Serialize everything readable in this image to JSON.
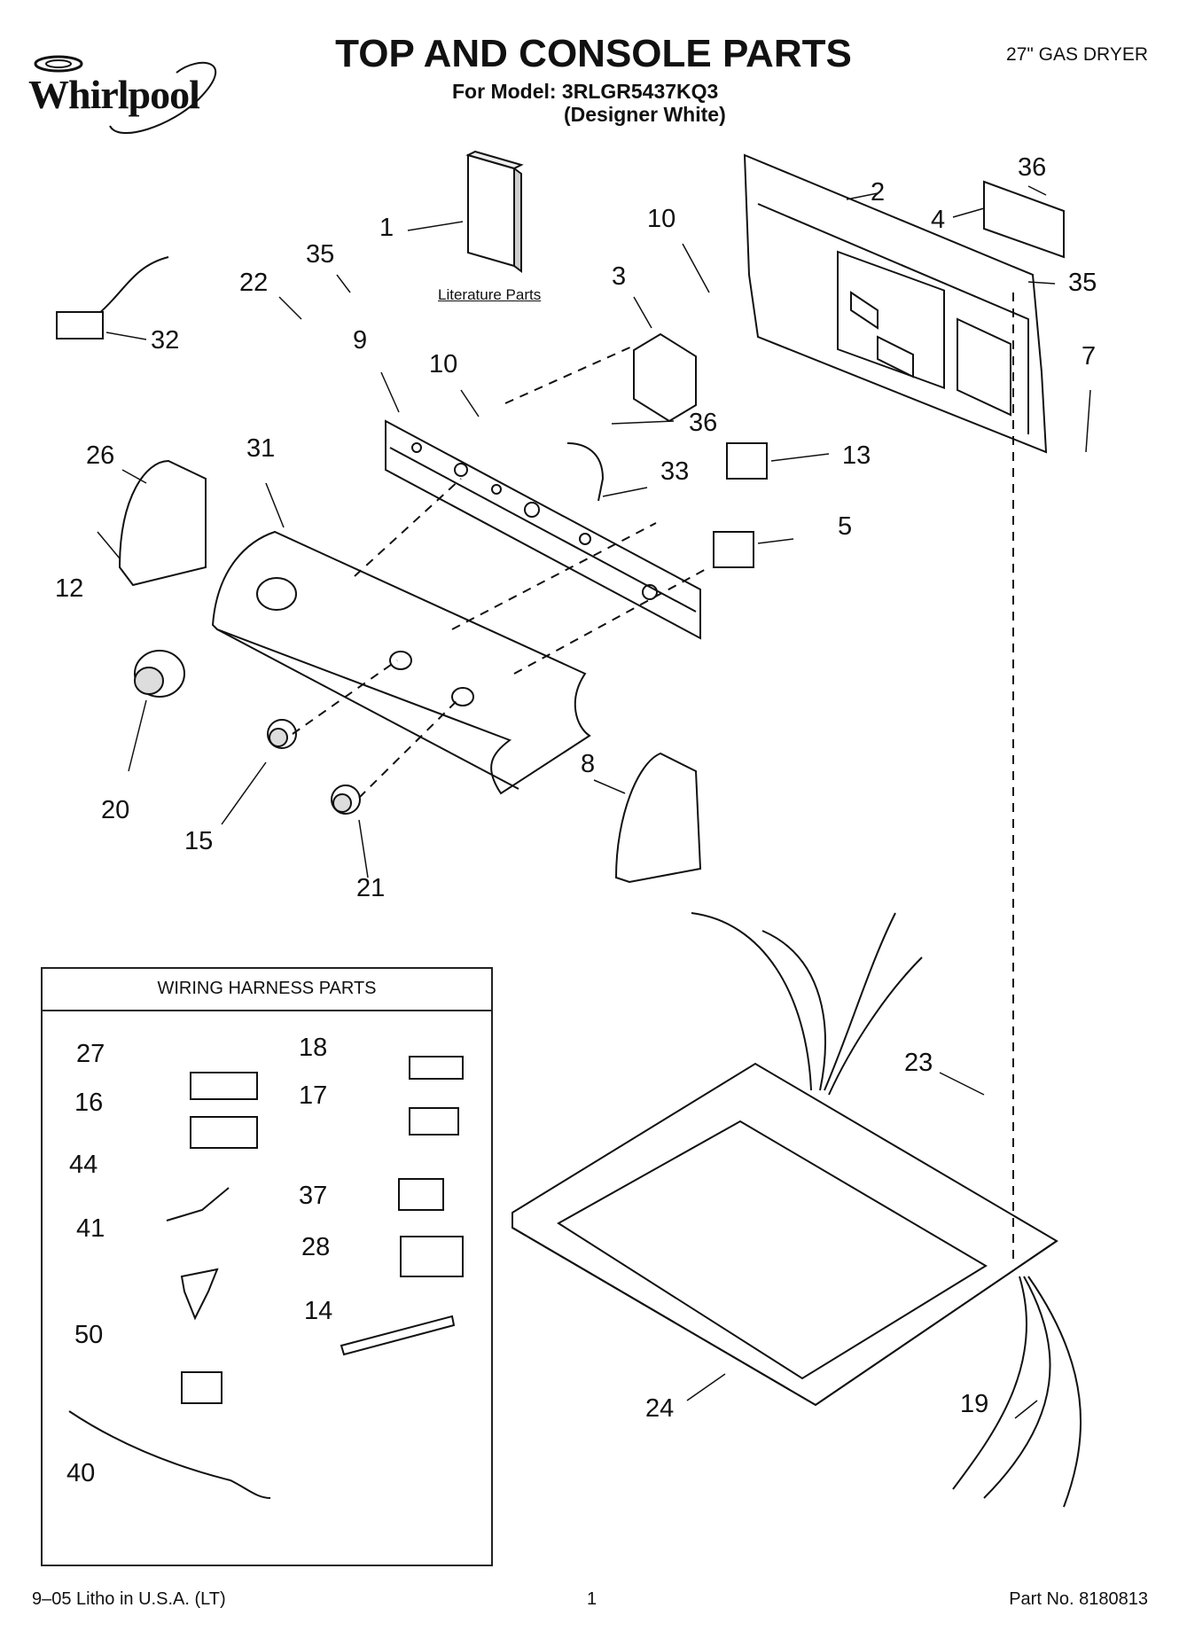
{
  "header": {
    "brand": "Whirlpool",
    "title": "TOP AND CONSOLE PARTS",
    "model_line": "For Model: 3RLGR5437KQ3",
    "color_line": "(Designer White)",
    "product_type": "27\" GAS DRYER"
  },
  "literature_label": "Literature Parts",
  "harness": {
    "title": "WIRING HARNESS PARTS"
  },
  "callouts": {
    "c1": "1",
    "c2": "2",
    "c3": "3",
    "c4": "4",
    "c5": "5",
    "c7": "7",
    "c8": "8",
    "c9": "9",
    "c10a": "10",
    "c10b": "10",
    "c12": "12",
    "c13": "13",
    "c15": "15",
    "c19": "19",
    "c20": "20",
    "c21": "21",
    "c22": "22",
    "c23": "23",
    "c24": "24",
    "c26": "26",
    "c31": "31",
    "c32": "32",
    "c33": "33",
    "c35a": "35",
    "c35b": "35",
    "c36a": "36",
    "c36b": "36",
    "h27": "27",
    "h16": "16",
    "h44": "44",
    "h41": "41",
    "h50": "50",
    "h40": "40",
    "h18": "18",
    "h17": "17",
    "h37": "37",
    "h28": "28",
    "h14": "14"
  },
  "footer": {
    "litho": "9–05 Litho in U.S.A. (LT)",
    "page": "1",
    "part_no": "Part No. 8180813"
  }
}
